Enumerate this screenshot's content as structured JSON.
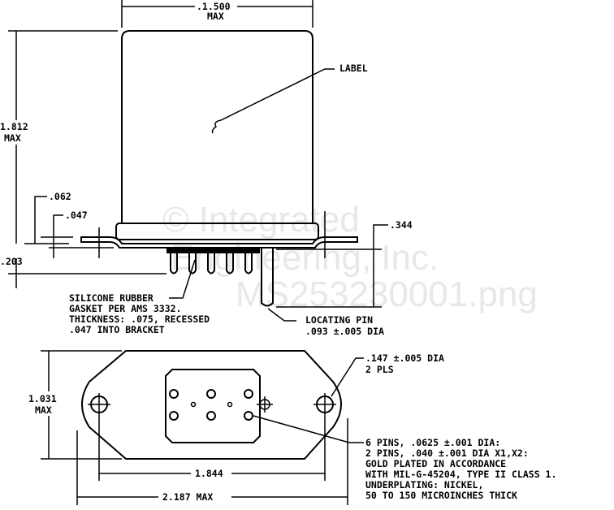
{
  "watermark": {
    "line1": "© Integrated",
    "line2": "Engineering, Inc.",
    "line3": "MS253230001.png"
  },
  "side_view": {
    "width_dim": ".1.500",
    "width_dim_sub": "MAX",
    "height_dim": "1.812",
    "height_dim_sub": "MAX",
    "label_callout": "LABEL",
    "dim_062": ".062",
    "dim_047": ".047",
    "dim_203": ".203",
    "dim_344": ".344",
    "gasket_note": [
      "SILICONE RUBBER",
      "GASKET PER AMS 3332.",
      "THICKNESS: .075, RECESSED",
      ".047 INTO BRACKET"
    ],
    "locating_pin_note": [
      "LOCATING PIN",
      ".093 ±.005 DIA"
    ]
  },
  "bottom_view": {
    "height_dim": "1.031",
    "height_dim_sub": "MAX",
    "hole_spacing_dim": "1.844",
    "overall_width_dim": "2.187 MAX",
    "hole_note": [
      ".147 ±.005 DIA",
      " 2 PLS"
    ],
    "pin_note": [
      "6 PINS, .0625 ±.001 DIA:",
      "2 PINS, .040 ±.001 DIA X1,X2:",
      "GOLD PLATED IN ACCORDANCE",
      "WITH MIL-G-45204, TYPE II CLASS 1.",
      "UNDERPLATING: NICKEL,",
      "50 TO 150 MICROINCHES THICK"
    ]
  }
}
